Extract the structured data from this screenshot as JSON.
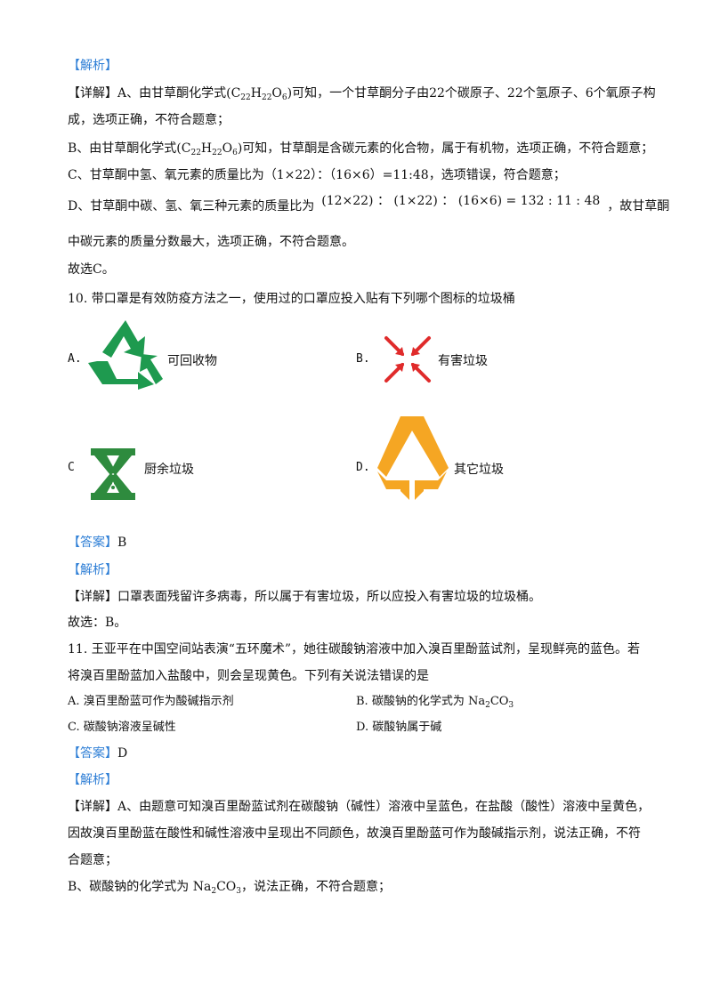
{
  "section_tag_jiexi_1": "【解析】",
  "q9": {
    "detail_line1_a": "【详解】A、由甘草酮化学式(C",
    "sub22a": "22",
    "h": "H",
    "sub22b": "22",
    "o": "O",
    "sub6": "6",
    "detail_line1_b": ")可知，一个甘草酮分子由22个碳原子、22个氢原子、6个氧原子构",
    "detail_line2": "成，选项正确，不符合题意；",
    "line_b_pre": "B、由甘草酮化学式(C",
    "line_b_post": ")可知，甘草酮是含碳元素的化合物，属于有机物，选项正确，不符合题意；",
    "line_c": "C、甘草酮中氢、氧元素的质量比为（1×22）：（16×6）=11:48，选项错误，符合题意；",
    "line_d_pre": "D、甘草酮中碳、氢、氧三种元素的质量比为",
    "line_d_math": "(12×22) ： (1×22) ： (16×6) = 132 : 11 : 48",
    "line_d_post": "，故甘草酮",
    "line_d2": "中碳元素的质量分数最大，选项正确，不符合题意。",
    "conclusion": "故选C。"
  },
  "q10": {
    "question": "10. 带口罩是有效防疫方法之一，使用过的口罩应投入贴有下列哪个图标的垃圾桶",
    "options": [
      {
        "letter": "A.",
        "label": "可回收物"
      },
      {
        "letter": "B.",
        "label": "有害垃圾"
      },
      {
        "letter": "C",
        "label": "厨余垃圾"
      },
      {
        "letter": "D.",
        "label": "其它垃圾"
      }
    ],
    "answer_tag": "【答案】",
    "answer": "B",
    "jiexi_tag": "【解析】",
    "detail": "【详解】口罩表面残留许多病毒，所以属于有害垃圾，所以应投入有害垃圾的垃圾桶。",
    "conclusion": "故选：B。"
  },
  "q11": {
    "question_line1": "11. 王亚平在中国空间站表演“五环魔术”，她往碳酸钠溶液中加入溴百里酚蓝试剂，呈现鲜亮的蓝色。若",
    "question_line2": "将溴百里酚蓝加入盐酸中，则会呈现黄色。下列有关说法错误的是",
    "opt_a": "A.  溴百里酚蓝可作为酸碱指示剂",
    "opt_b_pre": "B.  碳酸钠的化学式为 Na",
    "opt_b_sub2": "2",
    "opt_b_co": "CO",
    "opt_b_sub3": "3",
    "opt_c": "C.  碳酸钠溶液呈碱性",
    "opt_d": "D.  碳酸钠属于碱",
    "answer_tag": "【答案】",
    "answer": "D",
    "jiexi_tag": "【解析】",
    "detail_line1": "【详解】A、由题意可知溴百里酚蓝试剂在碳酸钠（碱性）溶液中呈蓝色，在盐酸（酸性）溶液中呈黄色，",
    "detail_line2": "因故溴百里酚蓝在酸性和碱性溶液中呈现出不同颜色，故溴百里酚蓝可作为酸碱指示剂，说法正确，不符",
    "detail_line3": "合题意；",
    "line_b_pre": "B、碳酸钠的化学式为 Na",
    "line_b_sub2": "2",
    "line_b_co": "CO",
    "line_b_sub3": "3",
    "line_b_post": "，说法正确，不符合题意；"
  },
  "colors": {
    "tag": "#2f7fd6",
    "recycle_green": "#1e9a4f",
    "hazard_red": "#e02b2b",
    "kitchen_green": "#2e8b3e",
    "other_orange": "#f5a623"
  },
  "icons": [
    "recycle-icon",
    "hazardous-icon",
    "kitchen-waste-icon",
    "other-waste-icon"
  ]
}
